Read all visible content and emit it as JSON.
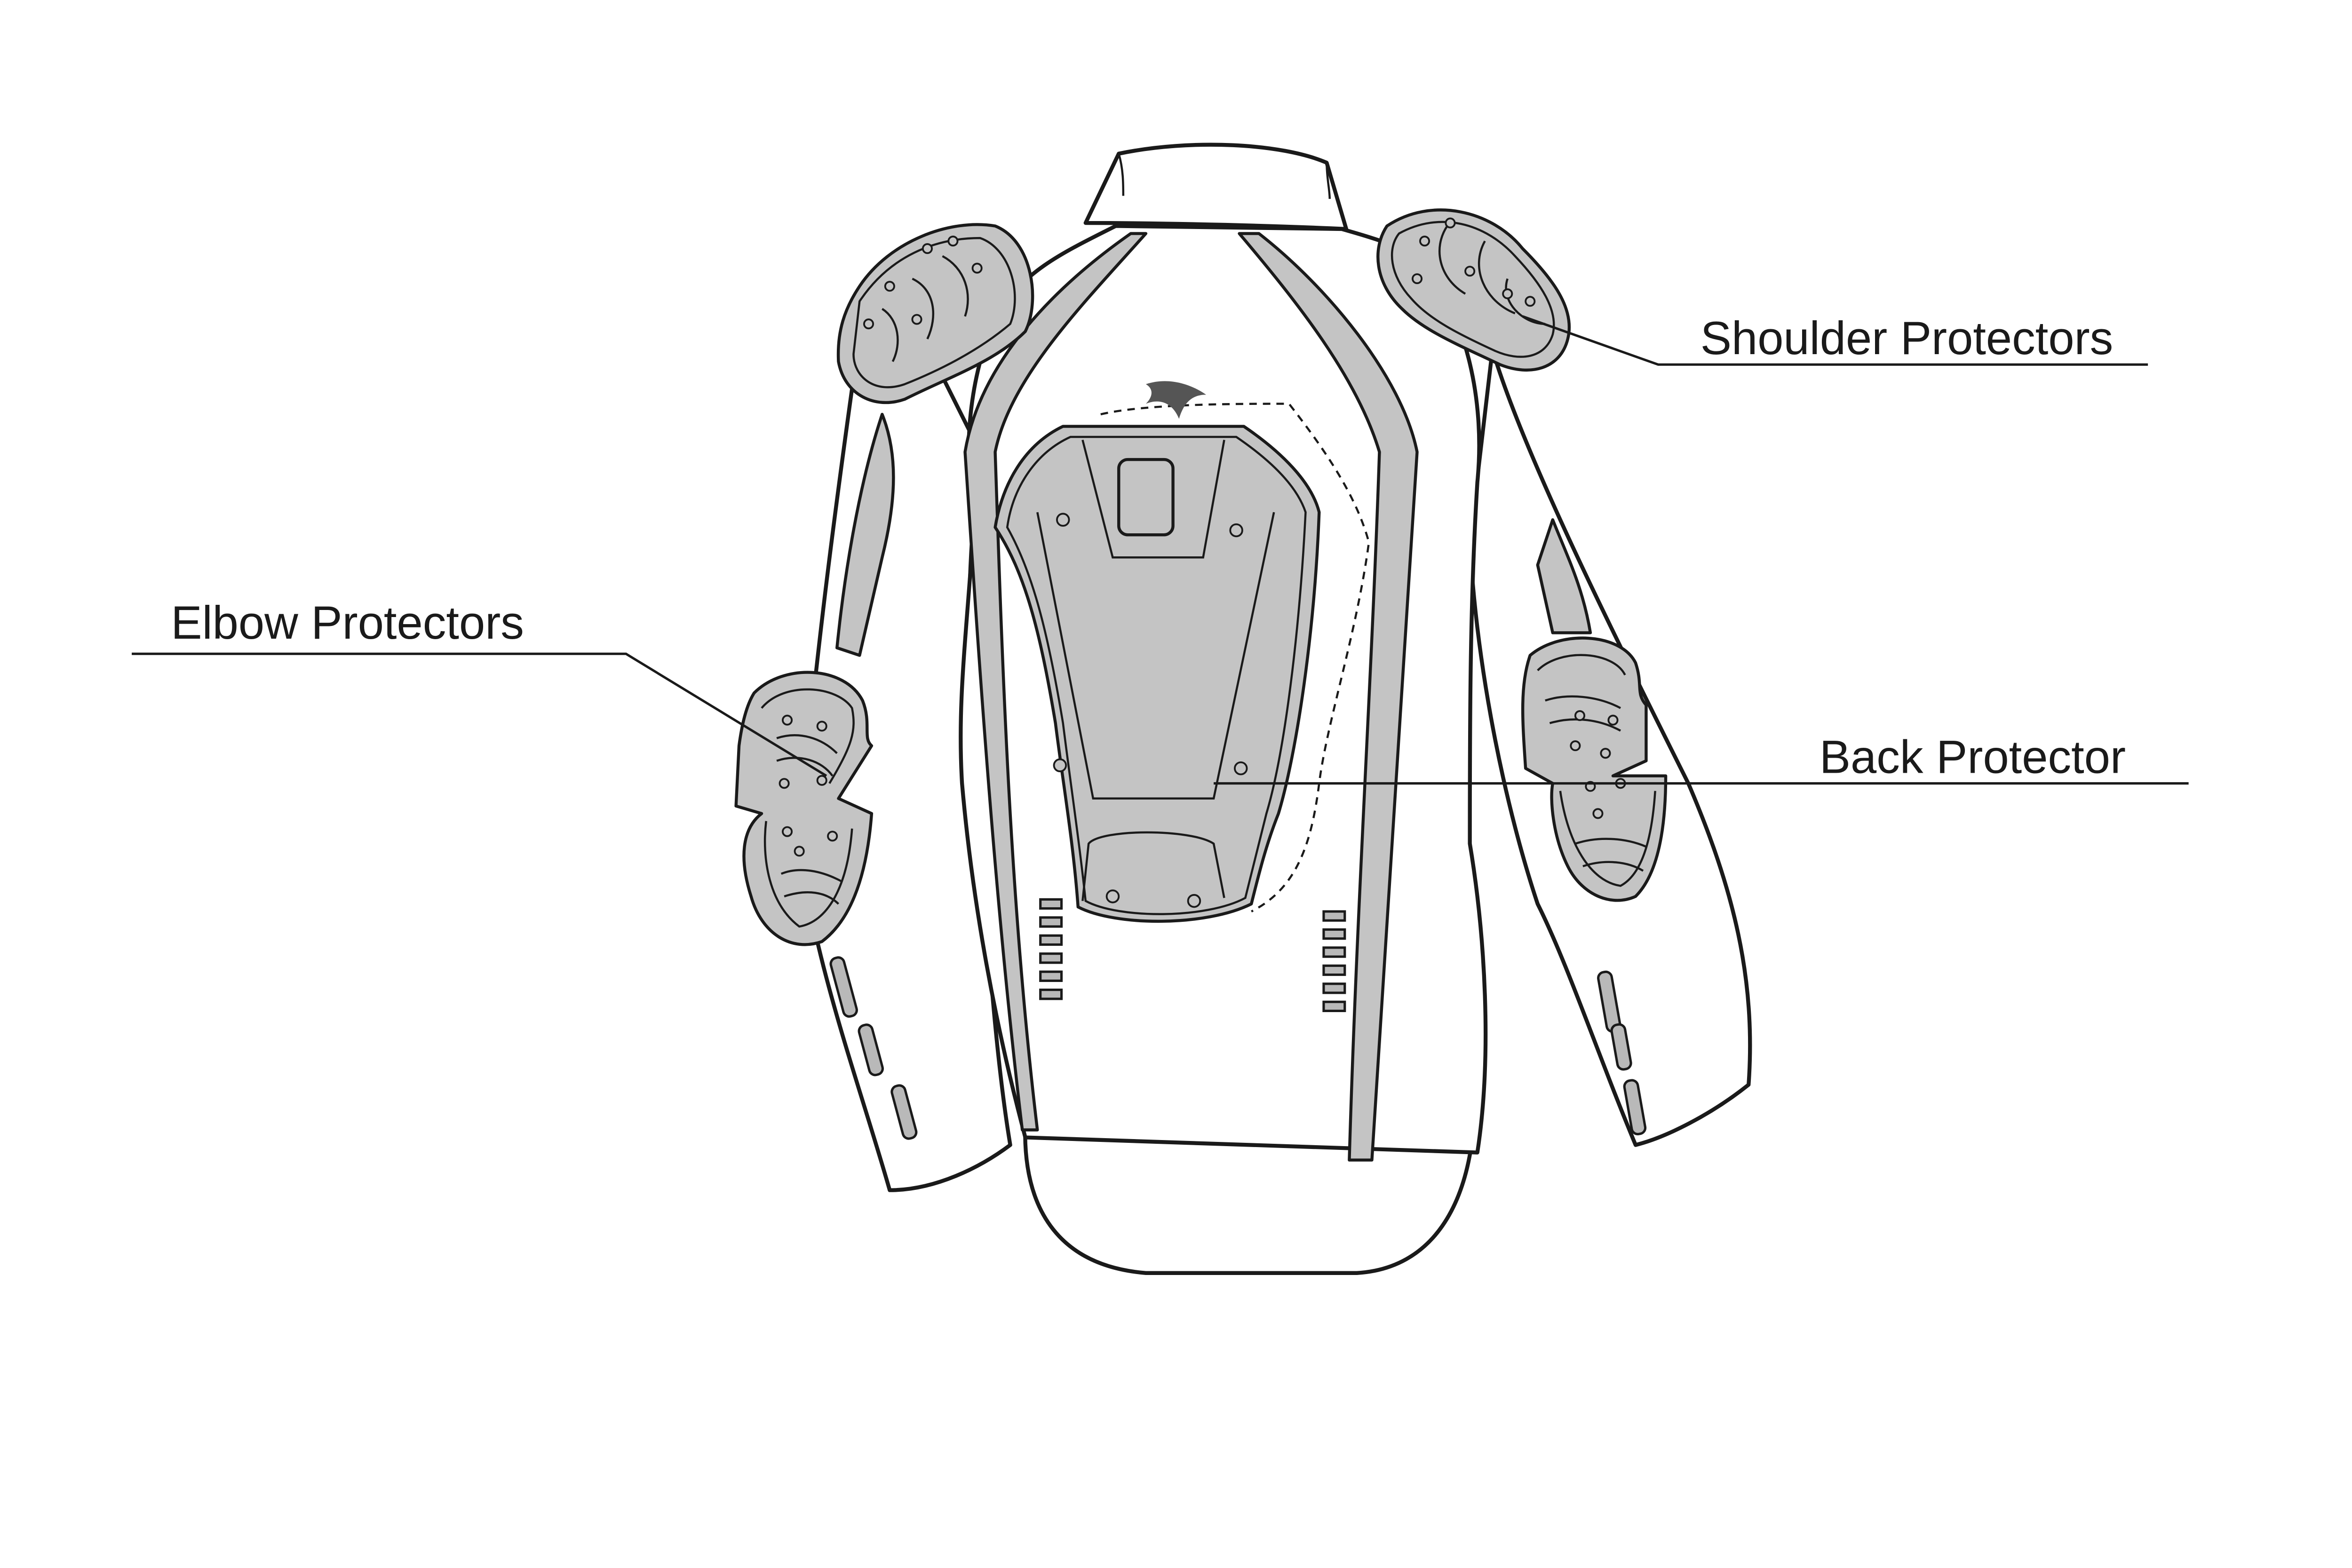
{
  "labels": {
    "shoulder": "Shoulder Protectors",
    "elbow": "Elbow Protectors",
    "back": "Back Protector"
  },
  "colors": {
    "protector_fill": "#c4c4c4",
    "outline": "#1a1a1a",
    "background": "#ffffff"
  }
}
